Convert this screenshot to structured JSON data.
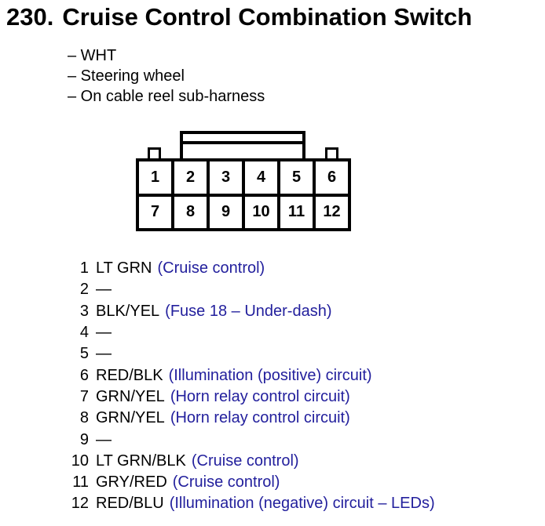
{
  "header": {
    "number": "230.",
    "title": "Cruise Control Combination Switch",
    "notes": [
      "– WHT",
      "– Steering wheel",
      "– On cable reel sub-harness"
    ]
  },
  "connector": {
    "top_pins": [
      "1",
      "2",
      "3",
      "4",
      "5",
      "6"
    ],
    "bottom_pins": [
      "7",
      "8",
      "9",
      "10",
      "11",
      "12"
    ]
  },
  "pinout": [
    {
      "pin": "1",
      "wire": "LT GRN",
      "function": "(Cruise control)"
    },
    {
      "pin": "2",
      "wire": "—",
      "function": ""
    },
    {
      "pin": "3",
      "wire": "BLK/YEL",
      "function": "(Fuse 18 – Under-dash)"
    },
    {
      "pin": "4",
      "wire": "—",
      "function": ""
    },
    {
      "pin": "5",
      "wire": "—",
      "function": ""
    },
    {
      "pin": "6",
      "wire": "RED/BLK",
      "function": "(Illumination (positive) circuit)"
    },
    {
      "pin": "7",
      "wire": "GRN/YEL",
      "function": "(Horn relay control circuit)"
    },
    {
      "pin": "8",
      "wire": "GRN/YEL",
      "function": "(Horn relay control circuit)"
    },
    {
      "pin": "9",
      "wire": "—",
      "function": ""
    },
    {
      "pin": "10",
      "wire": "LT GRN/BLK",
      "function": "(Cruise control)"
    },
    {
      "pin": "11",
      "wire": "GRY/RED",
      "function": "(Cruise control)"
    },
    {
      "pin": "12",
      "wire": "RED/BLU",
      "function": "(Illumination (negative) circuit – LEDs)"
    }
  ],
  "colors": {
    "text": "#000000",
    "function_text": "#23209d",
    "background": "#ffffff",
    "diagram_line": "#000000"
  }
}
